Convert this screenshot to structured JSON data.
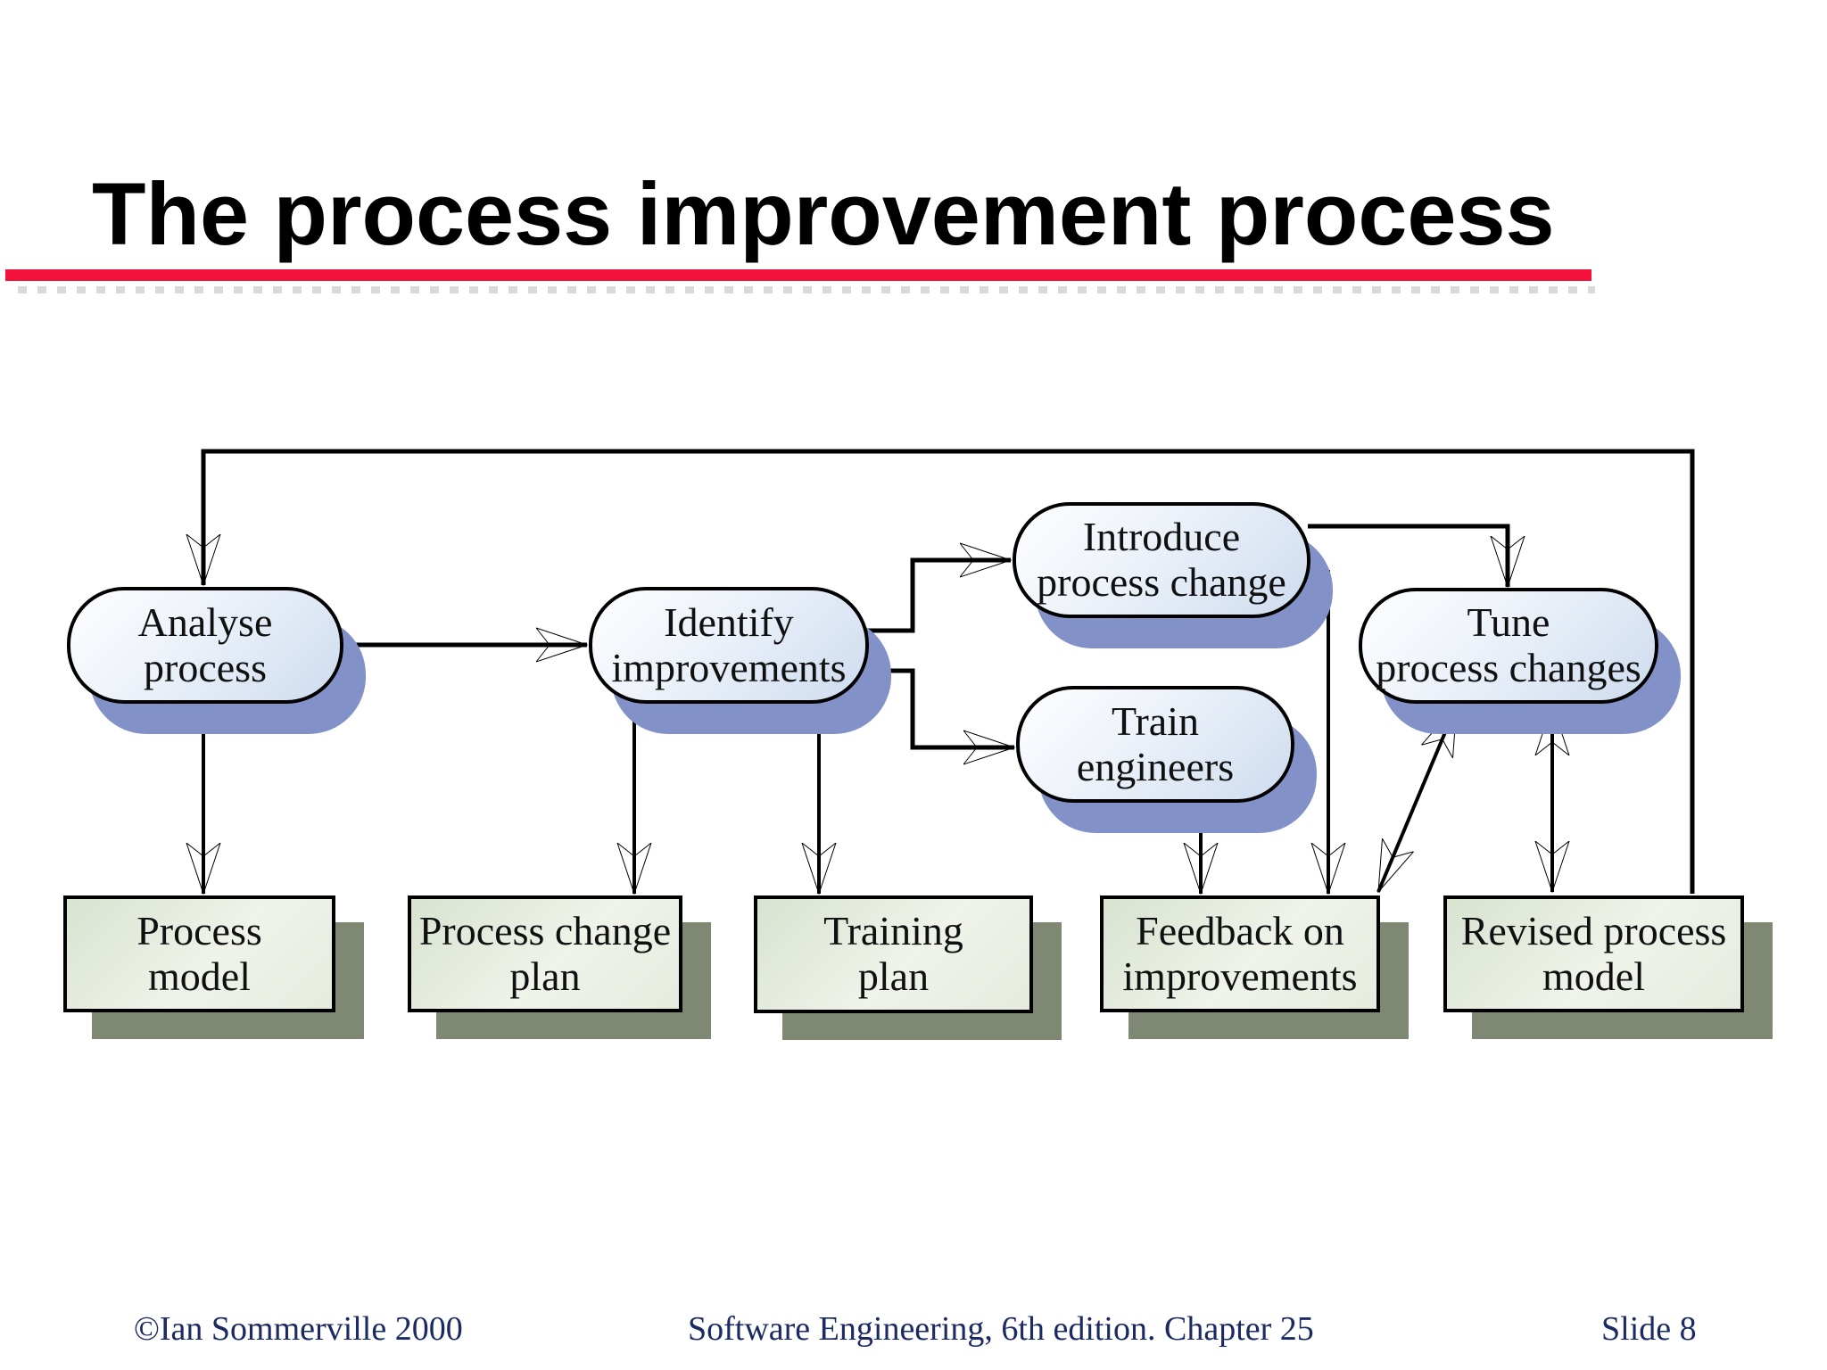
{
  "slide_title": "The process improvement process",
  "colors": {
    "title_underline": "#f2123c",
    "activity_shadow": "#8391c9",
    "artifact_shadow": "#7f8873",
    "footer_text": "#1b2a63"
  },
  "diagram": {
    "activities": [
      {
        "id": "analyse-process",
        "lines": [
          "Analyse",
          "process"
        ]
      },
      {
        "id": "identify-improvements",
        "lines": [
          "Identify",
          "improvements"
        ]
      },
      {
        "id": "introduce-process-change",
        "lines": [
          "Introduce",
          "process change"
        ]
      },
      {
        "id": "train-engineers",
        "lines": [
          "Train",
          "engineers"
        ]
      },
      {
        "id": "tune-process-changes",
        "lines": [
          "Tune",
          "process changes"
        ]
      }
    ],
    "artifacts": [
      {
        "id": "process-model",
        "lines": [
          "Process",
          "model"
        ]
      },
      {
        "id": "process-change-plan",
        "lines": [
          "Process change",
          "plan"
        ]
      },
      {
        "id": "training-plan",
        "lines": [
          "Training",
          "plan"
        ]
      },
      {
        "id": "feedback-on-improvements",
        "lines": [
          "Feedback on",
          "improvements"
        ]
      },
      {
        "id": "revised-process-model",
        "lines": [
          "Revised process",
          "model"
        ]
      }
    ],
    "flows": [
      {
        "from": "revised-process-model",
        "to": "analyse-process",
        "style": "single"
      },
      {
        "from": "analyse-process",
        "to": "identify-improvements",
        "style": "single"
      },
      {
        "from": "analyse-process",
        "to": "process-model",
        "style": "single"
      },
      {
        "from": "identify-improvements",
        "to": "process-change-plan",
        "style": "single"
      },
      {
        "from": "identify-improvements",
        "to": "training-plan",
        "style": "single"
      },
      {
        "from": "identify-improvements",
        "to": "introduce-process-change",
        "style": "single"
      },
      {
        "from": "identify-improvements",
        "to": "train-engineers",
        "style": "single"
      },
      {
        "from": "introduce-process-change",
        "to": "tune-process-changes",
        "style": "single"
      },
      {
        "from": "introduce-process-change",
        "to": "feedback-on-improvements",
        "style": "single"
      },
      {
        "from": "train-engineers",
        "to": "feedback-on-improvements",
        "style": "single"
      },
      {
        "from": "feedback-on-improvements",
        "to": "tune-process-changes",
        "style": "double"
      },
      {
        "from": "tune-process-changes",
        "to": "revised-process-model",
        "style": "double"
      }
    ]
  },
  "footer": {
    "copyright": "©Ian Sommerville 2000",
    "book": "Software Engineering, 6th edition. Chapter 25",
    "slide_number": "Slide 8"
  }
}
